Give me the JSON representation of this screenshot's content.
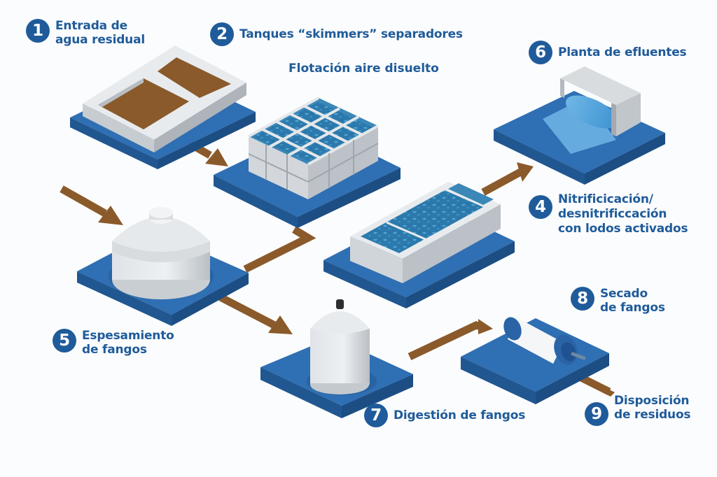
{
  "diagram": {
    "type": "process-flow",
    "subject": "Wastewater treatment plant",
    "colors": {
      "label_text": "#1f5b9a",
      "badge_fill": "#1f5b9a",
      "badge_text": "#ffffff",
      "platform_top": "#2f6fb3",
      "platform_side": "#215791",
      "concrete_light": "#e6e9ec",
      "concrete_mid": "#c9ced3",
      "concrete_dark": "#a8aeb4",
      "sludge": "#8a5a2b",
      "water": "#2e7fb0",
      "pipe": "#8b5a2b",
      "background": "#fbfcfd"
    },
    "steps": [
      {
        "number": "1",
        "lines": [
          "Entrada de",
          "agua residual"
        ],
        "element": "inlet-basin"
      },
      {
        "number": "2",
        "lines": [
          "Tanques “skimmers” separadores"
        ],
        "subtitle": "Flotación aire disuelto",
        "element": "skimmer-tanks"
      },
      {
        "number": "4",
        "lines": [
          "Nitrificicación/",
          "desnitrificcación",
          "con lodos activados"
        ],
        "element": "activated-sludge-tank"
      },
      {
        "number": "5",
        "lines": [
          "Espesamiento",
          "de fangos"
        ],
        "element": "thickener-tank"
      },
      {
        "number": "6",
        "lines": [
          "Planta de efluentes"
        ],
        "element": "effluent-plant"
      },
      {
        "number": "7",
        "lines": [
          "Digestión de fangos"
        ],
        "element": "digester-tank"
      },
      {
        "number": "8",
        "lines": [
          "Secado",
          "de fangos"
        ],
        "element": "sludge-dryer"
      },
      {
        "number": "9",
        "lines": [
          "Disposición",
          "de residuos"
        ],
        "element": "waste-disposal"
      }
    ],
    "flows": [
      {
        "from": "inlet-basin",
        "to": "skimmer-tanks"
      },
      {
        "from": "external",
        "to": "thickener-tank"
      },
      {
        "from": "thickener-tank",
        "to": "skimmer-tanks"
      },
      {
        "from": "activated-sludge-tank",
        "to": "effluent-plant"
      },
      {
        "from": "thickener-tank",
        "to": "digester-tank"
      },
      {
        "from": "digester-tank",
        "to": "sludge-dryer"
      },
      {
        "from": "sludge-dryer",
        "to": "waste-disposal"
      }
    ]
  }
}
